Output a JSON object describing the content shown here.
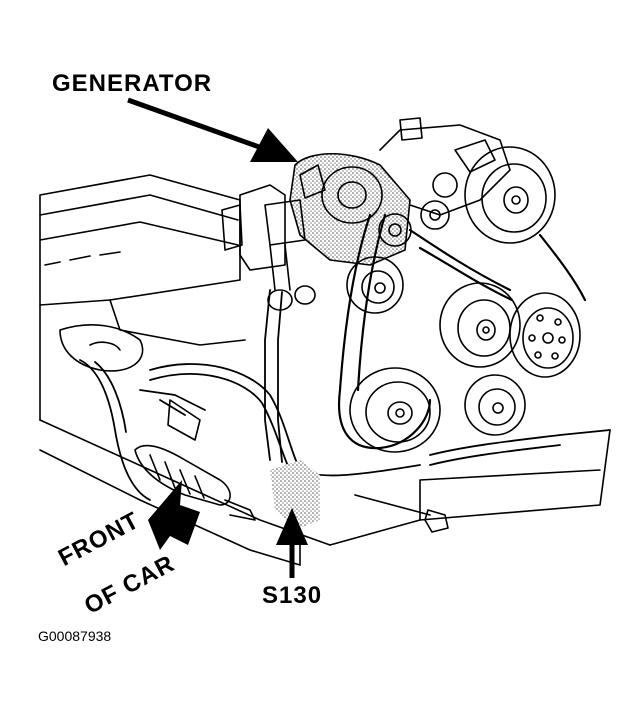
{
  "labels": {
    "generator": "GENERATOR",
    "s130": "S130",
    "front_line1": "FRONT",
    "front_line2": "OF CAR",
    "figure_code": "G00087938"
  },
  "colors": {
    "line": "#000000",
    "shade": "#c8c8c8",
    "background": "#ffffff"
  }
}
